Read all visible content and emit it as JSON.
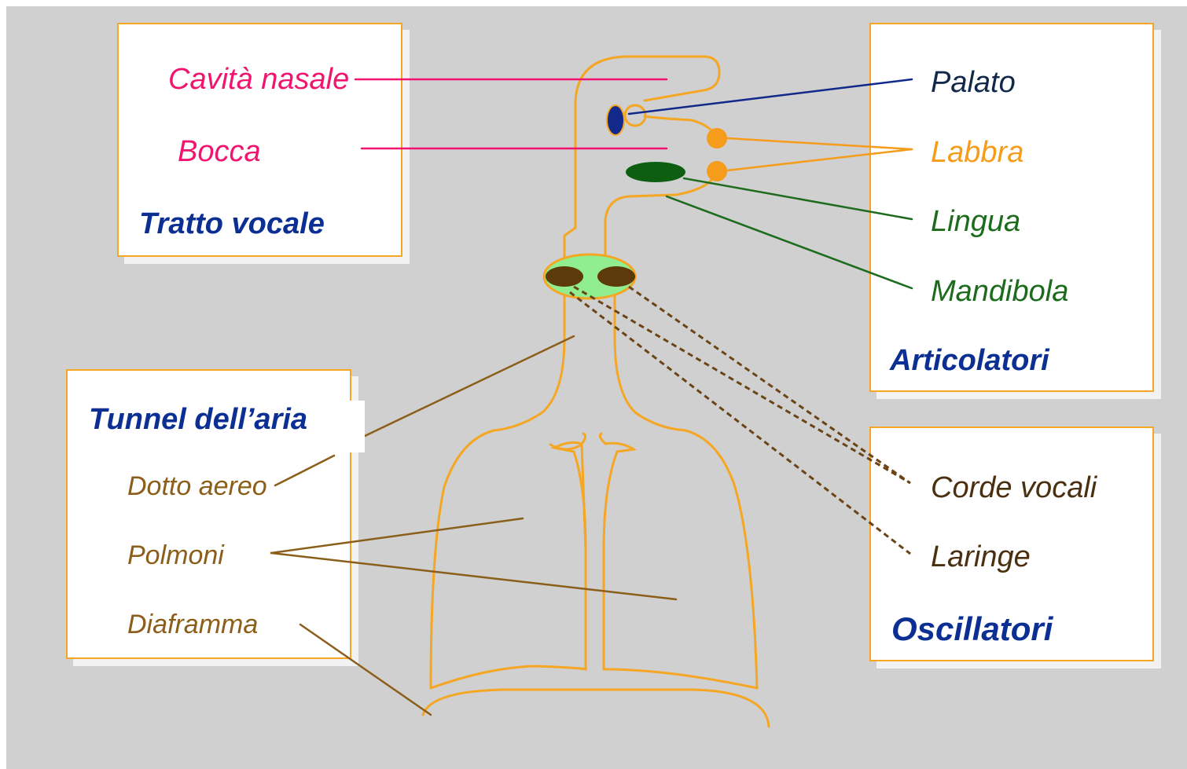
{
  "boxes": {
    "tratto_vocale": {
      "title": "Tratto vocale",
      "items": [
        "Cavità nasale",
        "Bocca"
      ]
    },
    "articolatori": {
      "title": "Articolatori",
      "items": [
        "Palato",
        "Labbra",
        "Lingua",
        "Mandibola"
      ]
    },
    "oscillatori": {
      "title": "Oscillatori",
      "items": [
        "Corde vocali",
        "Laringe"
      ]
    },
    "tunnel_aria": {
      "title": "Tunnel dell’aria",
      "items": [
        "Dotto aereo",
        "Polmoni",
        "Diaframma"
      ]
    }
  },
  "colors": {
    "background": "#d0d0d0",
    "box_border": "#f5a623",
    "title": "#0c2f93",
    "tratto_vocale_items": "#f0156e",
    "palato": "#12284a",
    "labbra": "#f59c1a",
    "lingua_mandibola": "#1d6b1d",
    "tunnel_items": "#8b5e1a",
    "oscillatori_items": "#4a3010",
    "body_outline": "#f5a623",
    "larynx_fill": "#90ee90",
    "vocal_folds": "#5c3a0a",
    "tongue": "#0e5e12",
    "palate_dot": "#12288a"
  }
}
